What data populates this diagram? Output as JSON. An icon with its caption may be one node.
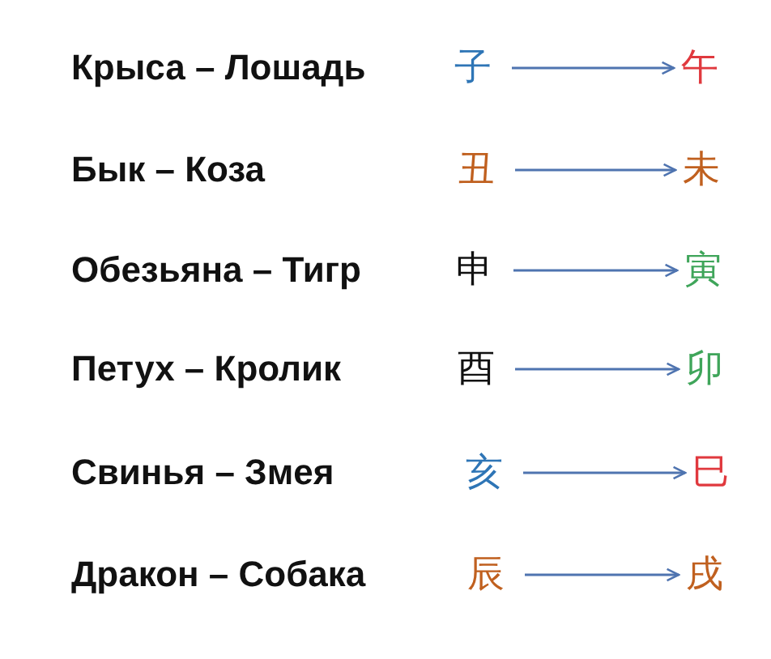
{
  "diagram": {
    "nodes": [
      {
        "text": [
          "子"
        ]
      },
      {
        "text": [
          "午"
        ]
      },
      {
        "text": [
          "丑"
        ]
      },
      {
        "text": [
          "未"
        ]
      },
      {
        "text": [
          "申"
        ]
      },
      {
        "text": [
          "寅"
        ]
      },
      {
        "text": [
          "酉"
        ]
      },
      {
        "text": [
          "卯"
        ]
      },
      {
        "text": [
          "亥"
        ]
      },
      {
        "text": [
          "巳"
        ]
      },
      {
        "text": [
          "辰"
        ]
      },
      {
        "text": [
          "戌"
        ]
      }
    ],
    "edges": [
      {
        "from": 0,
        "to": 1,
        "arrow": "to"
      },
      {
        "from": 2,
        "to": 3,
        "arrow": "to"
      },
      {
        "from": 4,
        "to": 5,
        "arrow": "to"
      },
      {
        "from": 6,
        "to": 7,
        "arrow": "to"
      },
      {
        "from": 8,
        "to": 9,
        "arrow": "to"
      },
      {
        "from": 10,
        "to": 11,
        "arrow": "to"
      }
    ],
    "labels": [
      "Крыса – Лошадь",
      "Бык – Коза",
      "Обезьяна – Тигр",
      "Петух – Кролик",
      "Свинья – Змея",
      "Дракон – Собака"
    ]
  }
}
